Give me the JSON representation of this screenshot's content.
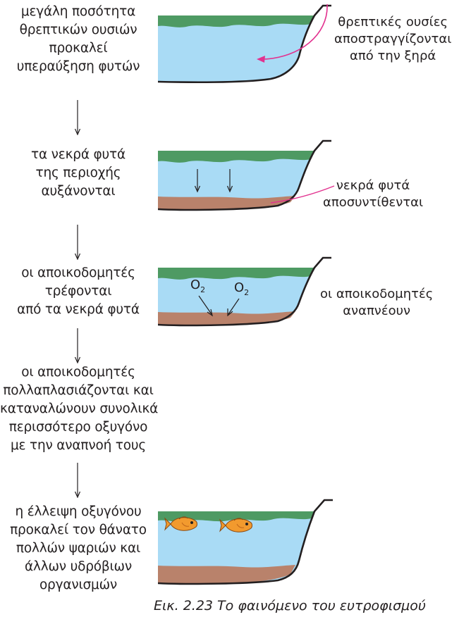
{
  "steps": [
    [
      "μεγάλη ποσότητα",
      "θρεπτικών ουσιών",
      "προκαλεί",
      "υπεραύξηση φυτών"
    ],
    [
      "τα νεκρά φυτά",
      "της περιοχής",
      "αυξάνονται"
    ],
    [
      "οι αποικοδομητές",
      "τρέφονται",
      "από τα νεκρά φυτά"
    ],
    [
      "οι αποικοδομητές",
      "πολλαπλασιάζονται και",
      "καταναλώνουν συνολικά",
      "περισσότερο οξυγόνο",
      "με την αναπνοή τους"
    ],
    [
      "η έλλειψη οξυγόνου",
      "προκαλεί τον θάνατο",
      "πολλών ψαριών και",
      "άλλων υδρόβιων",
      "οργανισμών"
    ]
  ],
  "notes": {
    "nutrients": [
      "θρεπτικές ουσίες",
      "αποστραγγίζονται",
      "από την ξηρά"
    ],
    "dead_plants": [
      "νεκρά φυτά",
      "αποσυντίθενται"
    ],
    "decomposers": [
      "οι αποικοδομητές",
      "αναπνέουν"
    ]
  },
  "o2": {
    "base": "O",
    "sub": "2"
  },
  "caption": "Εικ. 2.23 Το φαινόμενο του ευτροφισμού",
  "colors": {
    "water": "#a9dbf5",
    "algae": "#4e9a63",
    "sediment": "#b9826b",
    "pointer": "#e2328f",
    "fish": "#f29a2e"
  },
  "icons": {
    "fish": "fish-icon",
    "arrow": "down-arrow-icon"
  }
}
